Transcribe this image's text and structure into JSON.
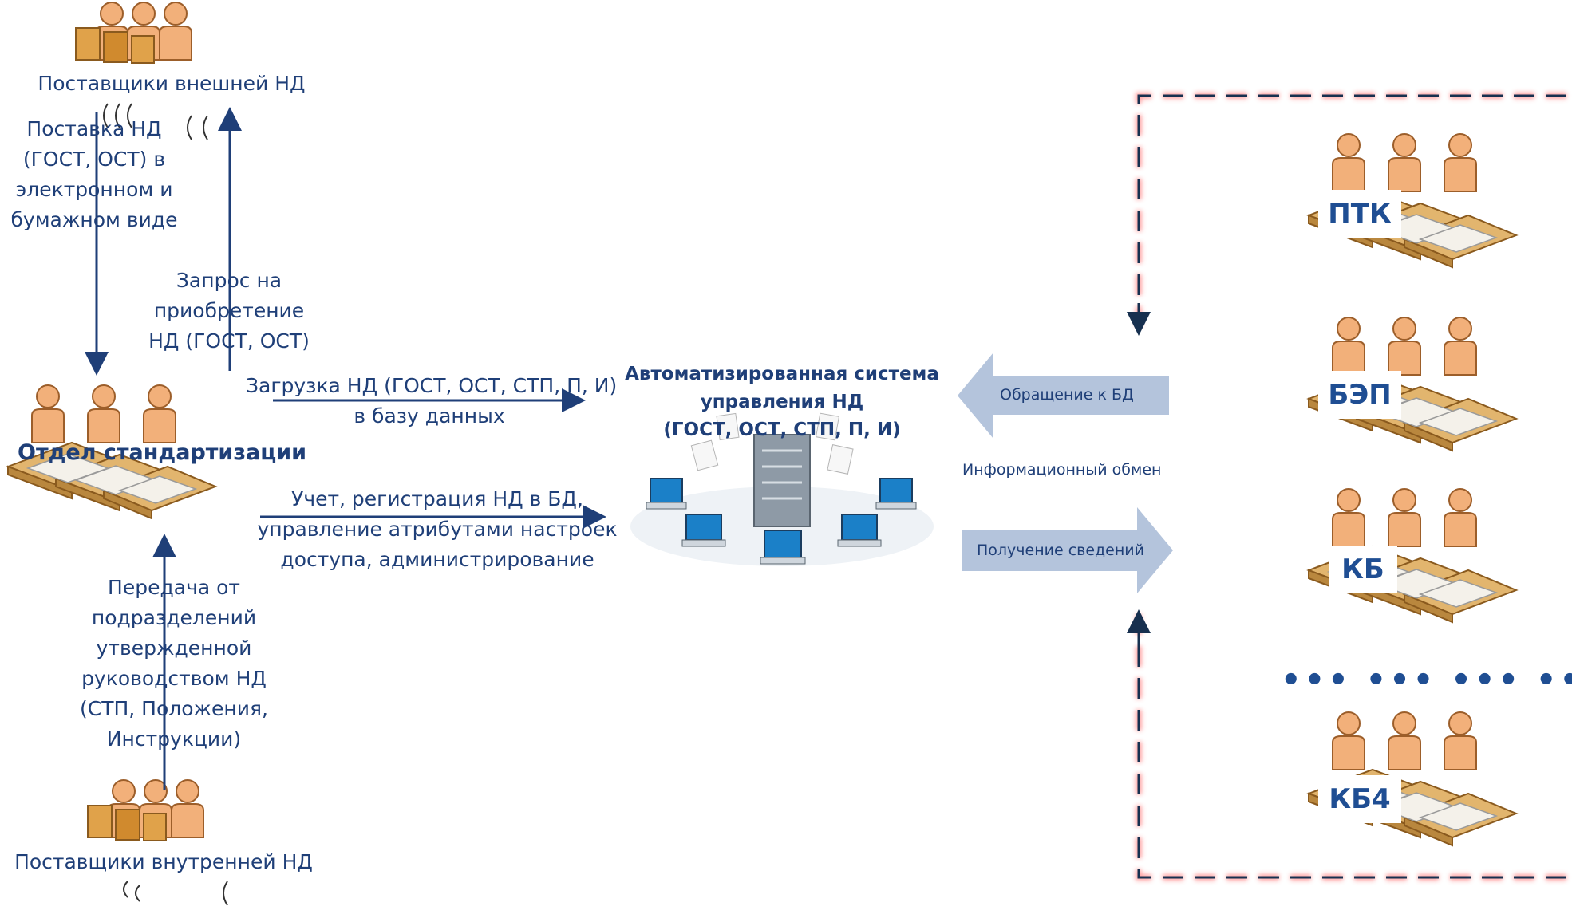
{
  "external_suppliers": {
    "label": "Поставщики внешней НД",
    "delivery_lines": [
      "Поставка НД",
      "(ГОСТ, ОСТ) в",
      "электронном и",
      "бумажном виде"
    ],
    "request_lines": [
      "Запрос на",
      "приобретение",
      "НД (ГОСТ, ОСТ)"
    ]
  },
  "department": {
    "label": "Отдел стандартизации"
  },
  "flows_to_system": {
    "upload_lines": [
      "Загрузка НД (ГОСТ, ОСТ, СТП, П, И)",
      "в базу данных"
    ],
    "accounting_lines": [
      "Учет, регистрация НД в БД,",
      "управление атрибутами настроек",
      "доступа, администрирование"
    ]
  },
  "internal_suppliers": {
    "transfer_lines": [
      "Передача от",
      "подразделений",
      "утвержденной",
      "руководством НД",
      "(СТП, Положения,",
      "Инструкции)"
    ],
    "label": "Поставщики внутренней НД"
  },
  "system": {
    "title_lines": [
      "Автоматизированная система",
      "управления НД",
      "(ГОСТ, ОСТ, СТП, П, И)"
    ]
  },
  "exchange": {
    "request_label": "Обращение к БД",
    "caption": "Информационный обмен",
    "receive_label": "Получение сведений"
  },
  "units": {
    "items": [
      "ПТК",
      "БЭП",
      "КБ",
      "КБ4"
    ],
    "ellipsis": "••• ••• ••• •••"
  },
  "colors": {
    "text_blue": "#1f3f78",
    "arrow_blue": "#1f3f78",
    "block_arrow": "#b4c4dc",
    "frame_dash": "#17304f",
    "frame_glow": "#ff4a4a",
    "figure_skin": "#f2b07a",
    "desk": "#e2b56e"
  }
}
